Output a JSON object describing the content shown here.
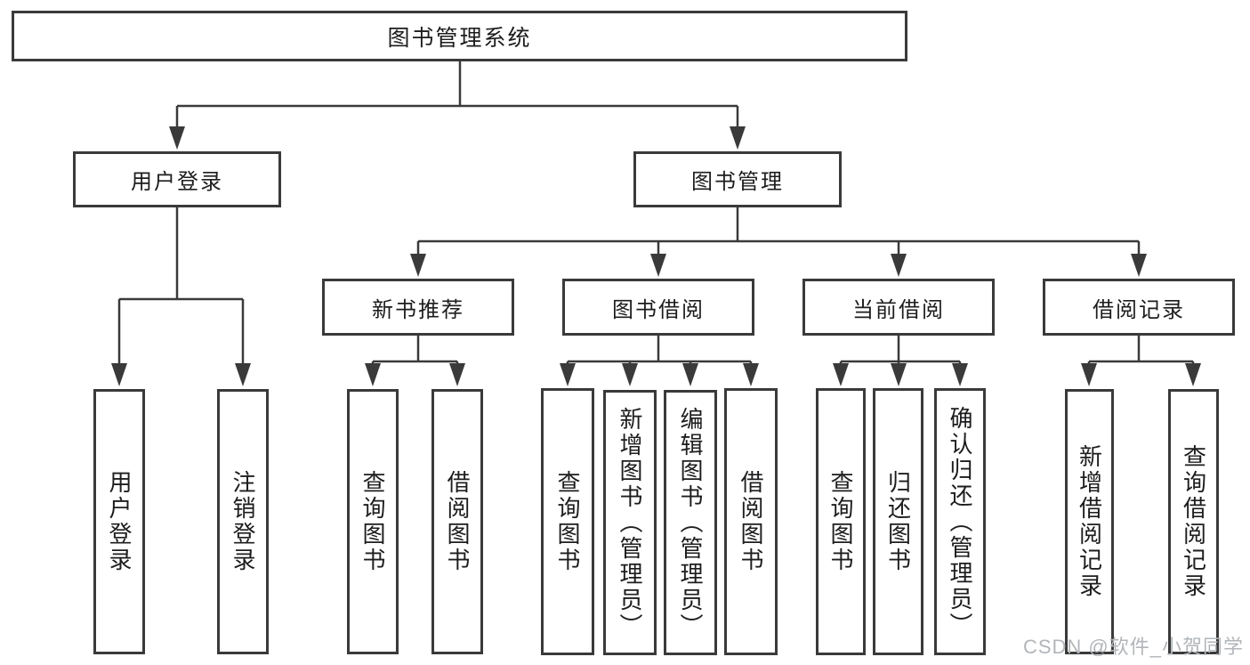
{
  "diagram_title": "图书管理系统",
  "tree": {
    "label": "图书管理系统",
    "children": [
      {
        "label": "用户登录",
        "children": [
          {
            "label": "用户登录"
          },
          {
            "label": "注销登录"
          }
        ]
      },
      {
        "label": "图书管理",
        "children": [
          {
            "label": "新书推荐",
            "children": [
              {
                "label": "查询图书"
              },
              {
                "label": "借阅图书"
              }
            ]
          },
          {
            "label": "图书借阅",
            "children": [
              {
                "label": "查询图书"
              },
              {
                "label": "新增图书（管理员）"
              },
              {
                "label": "编辑图书（管理员）"
              },
              {
                "label": "借阅图书"
              }
            ]
          },
          {
            "label": "当前借阅",
            "children": [
              {
                "label": "查询图书"
              },
              {
                "label": "归还图书"
              },
              {
                "label": "确认归还（管理员）"
              }
            ]
          },
          {
            "label": "借阅记录",
            "children": [
              {
                "label": "新增借阅记录"
              },
              {
                "label": "查询借阅记录"
              }
            ]
          }
        ]
      }
    ]
  },
  "watermark": "CSDN @软件_小贺同学",
  "colors": {
    "line": "#3a3a3a",
    "text": "#1d1d1f",
    "background": "#ffffff",
    "watermark": "#b2b6ba"
  }
}
